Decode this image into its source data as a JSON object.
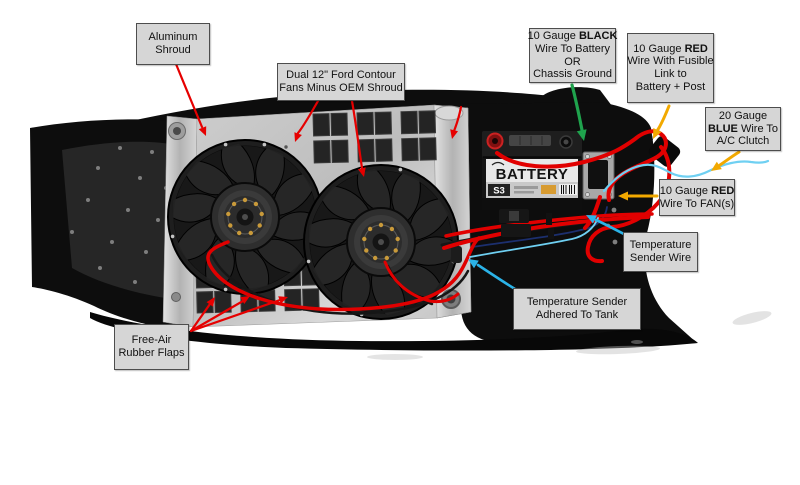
{
  "diagram": {
    "labels": {
      "aluminum_shroud": {
        "line1": "Aluminum",
        "line2": "Shroud"
      },
      "dual_fans": {
        "line1": "Dual 12\" Ford Contour",
        "line2": "Fans Minus OEM Shroud"
      },
      "black_wire": {
        "line1_pre": "10 Gauge ",
        "line1_bold": "BLACK",
        "line2": "Wire To Battery",
        "line3": "OR",
        "line4": "Chassis Ground"
      },
      "red_wire_fusible": {
        "line1_pre": "10 Gauge ",
        "line1_bold": "RED",
        "line2": "Wire With Fusible",
        "line3": "Link to",
        "line4": "Battery + Post"
      },
      "blue_wire": {
        "line1": "20 Gauge",
        "line2_bold": "BLUE",
        "line2_post": " Wire To",
        "line3": "A/C Clutch"
      },
      "red_wire_fans": {
        "line1_pre": "10 Gauge ",
        "line1_bold": "RED",
        "line2": "Wire To FAN(s)"
      },
      "temp_sender_wire": {
        "line1": "Temperature",
        "line2": "Sender Wire"
      },
      "temp_sender_tank": {
        "line1": "Temperature Sender",
        "line2": "Adhered To Tank"
      },
      "free_air": {
        "line1": "Free-Air",
        "line2": "Rubber Flaps"
      }
    },
    "battery": {
      "label": "BATTERY",
      "model": "S3"
    },
    "colors": {
      "arrow_red": "#e60000",
      "arrow_green": "#1fa34d",
      "arrow_orange": "#f2a900",
      "arrow_blue": "#2bb3e8",
      "wire_red": "#e10000",
      "wire_blue": "#6fd0f2",
      "label_bg": "#d6d6d6",
      "label_border": "#4d4d4d"
    }
  }
}
